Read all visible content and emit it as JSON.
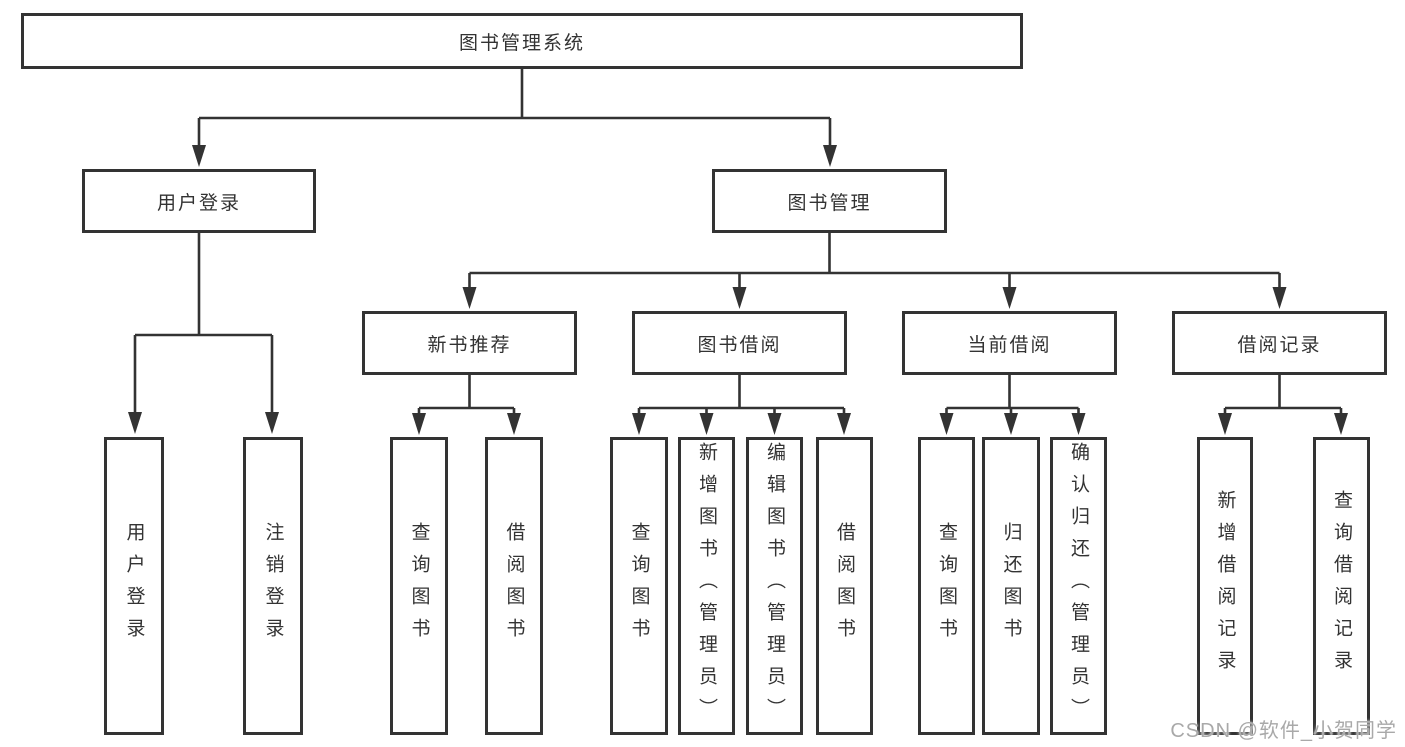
{
  "diagram": {
    "root": {
      "label": "图书管理系统"
    },
    "level2": [
      {
        "label": "用户登录"
      },
      {
        "label": "图书管理"
      }
    ],
    "level3": [
      {
        "label": "新书推荐"
      },
      {
        "label": "图书借阅"
      },
      {
        "label": "当前借阅"
      },
      {
        "label": "借阅记录"
      }
    ],
    "leaves": {
      "user_login": [
        "用户登录",
        "注销登录"
      ],
      "new_book": [
        "查询图书",
        "借阅图书"
      ],
      "book_borrow": [
        "查询图书",
        "新增图书（管理员）",
        "编辑图书（管理员）",
        "借阅图书"
      ],
      "current_borrow": [
        "查询图书",
        "归还图书",
        "确认归还（管理员）"
      ],
      "borrow_record": [
        "新增借阅记录",
        "查询借阅记录"
      ]
    }
  },
  "watermark": {
    "text": "CSDN @软件_小贺同学"
  },
  "colors": {
    "line": "#333333",
    "box_border": "#333333",
    "box_bg": "#ffffff",
    "text": "#333333",
    "watermark": "#a9a9a9"
  }
}
